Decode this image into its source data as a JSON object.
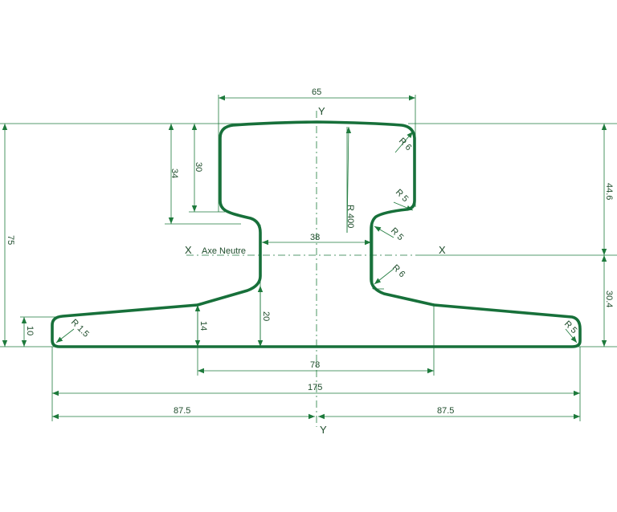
{
  "drawing": {
    "colors": {
      "profile": "#17703a",
      "dimension": "#1e7a3c",
      "text": "#1f4d2c"
    },
    "axes": {
      "y_top": "Y",
      "y_bottom": "Y",
      "x_left": "X",
      "x_right": "X",
      "neutral_axis": "Axe Neutre"
    },
    "dimensions": {
      "head_width": "65",
      "web_width": "38",
      "chamfer_width": "78",
      "foot_width": "175",
      "half_left": "87.5",
      "half_right": "87.5",
      "total_height": "75",
      "head_depth_34": "34",
      "head_depth_30": "30",
      "upper_height": "44.6",
      "lower_height": "30.4",
      "foot_edge": "10",
      "foot_chamfer_height": "14",
      "web_lower": "20"
    },
    "radii": {
      "crown": "R 400",
      "head_corner": "R 6",
      "head_under": "R 5",
      "web_top": "R 5",
      "web_bottom": "R 6",
      "foot_left": "R 1.5",
      "foot_right": "R 5"
    }
  }
}
